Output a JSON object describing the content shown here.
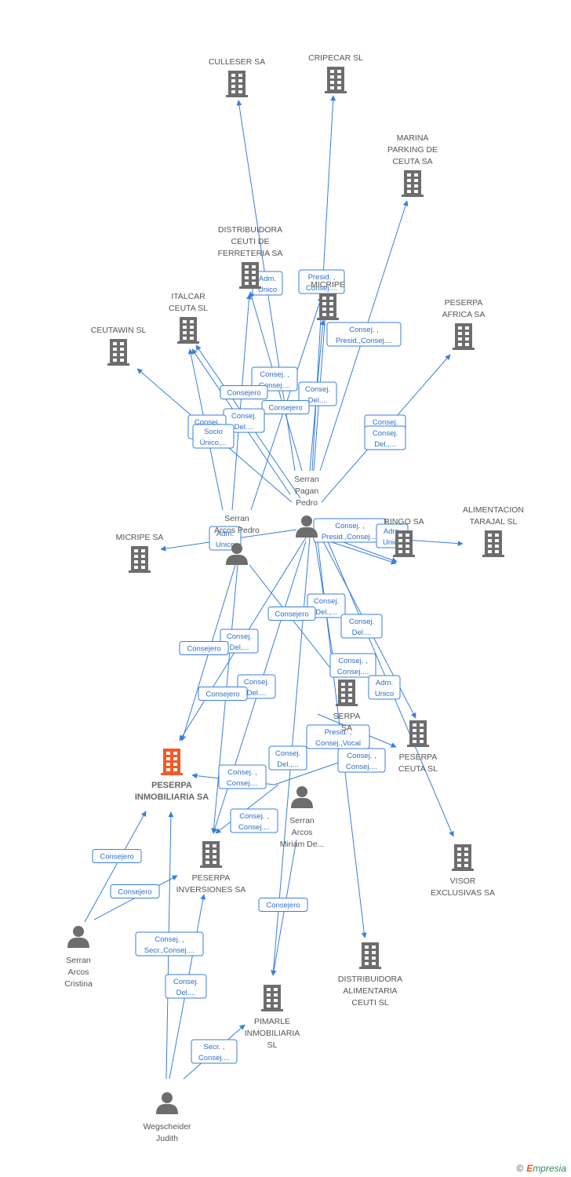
{
  "footer": {
    "copyright": "©",
    "brand_initial": "E",
    "brand_rest": "mpresia"
  },
  "nodes": [
    {
      "id": "culleser",
      "kind": "company",
      "lines": [
        "CULLESER SA"
      ]
    },
    {
      "id": "cripecar",
      "kind": "company",
      "lines": [
        "CRIPECAR SL"
      ]
    },
    {
      "id": "marina",
      "kind": "company",
      "lines": [
        "MARINA",
        "PARKING DE",
        "CEUTA SA"
      ]
    },
    {
      "id": "distceuti",
      "kind": "company",
      "lines": [
        "DISTRIBUIDORA",
        "CEUTI DE",
        "FERRETERIA SA"
      ]
    },
    {
      "id": "micripe_top",
      "kind": "company",
      "lines": [
        "MICRIPE"
      ]
    },
    {
      "id": "italcar",
      "kind": "company",
      "lines": [
        "ITALCAR",
        "CEUTA SL"
      ]
    },
    {
      "id": "peserpa_africa",
      "kind": "company",
      "lines": [
        "PESERPA",
        "AFRICA SA"
      ]
    },
    {
      "id": "ceutawin",
      "kind": "company",
      "lines": [
        "CEUTAWIN  SL"
      ]
    },
    {
      "id": "serran_pagan",
      "kind": "person",
      "lines": [
        "Serran",
        "Pagan",
        "Pedro"
      ]
    },
    {
      "id": "serran_arcos_pedro",
      "kind": "person",
      "lines": [
        "Serran",
        "Arcos Pedro"
      ]
    },
    {
      "id": "micripe_sa",
      "kind": "company",
      "lines": [
        "MICRIPE SA"
      ]
    },
    {
      "id": "ringo",
      "kind": "company",
      "lines": [
        "RINGO SA"
      ]
    },
    {
      "id": "alimentacion",
      "kind": "company",
      "lines": [
        "ALIMENTACION",
        "TARAJAL SL"
      ]
    },
    {
      "id": "serpa",
      "kind": "company",
      "lines": [
        "SERPA",
        "SA"
      ]
    },
    {
      "id": "peserpa_ceuta",
      "kind": "company",
      "lines": [
        "PESERPA",
        "CEUTA SL"
      ]
    },
    {
      "id": "peserpa_inmo",
      "kind": "company",
      "focus": true,
      "lines": [
        "PESERPA",
        "INMOBILIARIA SA"
      ]
    },
    {
      "id": "serran_miriam",
      "kind": "person",
      "lines": [
        "Serran",
        "Arcos",
        "Miriam De..."
      ]
    },
    {
      "id": "peserpa_inv",
      "kind": "company",
      "lines": [
        "PESERPA",
        "INVERSIONES SA"
      ]
    },
    {
      "id": "visor",
      "kind": "company",
      "lines": [
        "VISOR",
        "EXCLUSIVAS SA"
      ]
    },
    {
      "id": "serran_cristina",
      "kind": "person",
      "lines": [
        "Serran",
        "Arcos",
        "Cristina"
      ]
    },
    {
      "id": "dist_alim",
      "kind": "company",
      "lines": [
        "DISTRIBUIDORA",
        "ALIMENTARIA",
        "CEUTI SL"
      ]
    },
    {
      "id": "pimarle",
      "kind": "company",
      "lines": [
        "PIMARLE",
        "INMOBILIARIA",
        "SL"
      ]
    },
    {
      "id": "wegscheider",
      "kind": "person",
      "lines": [
        "Wegscheider",
        "Judith"
      ]
    }
  ],
  "relations": [
    {
      "id": "r1",
      "lines": [
        "Adm.",
        "Unico"
      ]
    },
    {
      "id": "r2",
      "lines": [
        "Presid. ,",
        "Consej...."
      ]
    },
    {
      "id": "r3",
      "lines": [
        "Consej. ,",
        "Presid.,Consej...."
      ]
    },
    {
      "id": "r4",
      "lines": [
        "Consej. ,",
        "Consej...."
      ]
    },
    {
      "id": "r5",
      "lines": [
        "Consejero"
      ]
    },
    {
      "id": "r6",
      "lines": [
        "Consej.",
        "Del...."
      ]
    },
    {
      "id": "r7",
      "lines": [
        "Consejero"
      ]
    },
    {
      "id": "r8",
      "lines": [
        "Consej.",
        "Del...."
      ]
    },
    {
      "id": "r9",
      "lines": [
        "Consej.",
        "Del...."
      ]
    },
    {
      "id": "r10",
      "lines": [
        "Consej.",
        "Del.,..."
      ]
    },
    {
      "id": "r11",
      "lines": [
        "Socio",
        "Único,..."
      ]
    },
    {
      "id": "r12",
      "lines": [
        "Consej.",
        "Del.,..."
      ]
    },
    {
      "id": "r13",
      "lines": [
        "Adm.",
        "Unico"
      ]
    },
    {
      "id": "r14",
      "lines": [
        "Consej. ,",
        "Presid.,Consej...."
      ]
    },
    {
      "id": "r15",
      "lines": [
        "Adm.",
        "Unico"
      ]
    },
    {
      "id": "r16",
      "lines": [
        "Consej.",
        "Del.,..."
      ]
    },
    {
      "id": "r17",
      "lines": [
        "Consejero"
      ]
    },
    {
      "id": "r18",
      "lines": [
        "Consej.",
        "Del...."
      ]
    },
    {
      "id": "r19",
      "lines": [
        "Consej.",
        "Del...."
      ]
    },
    {
      "id": "r20",
      "lines": [
        "Consejero"
      ]
    },
    {
      "id": "r21",
      "lines": [
        "Consej. ,",
        "Consej...."
      ]
    },
    {
      "id": "r22",
      "lines": [
        "Consej.",
        "Del...."
      ]
    },
    {
      "id": "r23",
      "lines": [
        "Consejero"
      ]
    },
    {
      "id": "r24",
      "lines": [
        "Adm.",
        "Unico"
      ]
    },
    {
      "id": "r25",
      "lines": [
        "Presid. ,",
        "Consej.,Vocal"
      ]
    },
    {
      "id": "r26",
      "lines": [
        "Consej.",
        "Del.,..."
      ]
    },
    {
      "id": "r27",
      "lines": [
        "Consej. ,",
        "Consej...."
      ]
    },
    {
      "id": "r28",
      "lines": [
        "Consej. ,",
        "Consej...."
      ]
    },
    {
      "id": "r29",
      "lines": [
        "Consej. ,",
        "Consej...."
      ]
    },
    {
      "id": "r30",
      "lines": [
        "Consejero"
      ]
    },
    {
      "id": "r31",
      "lines": [
        "Consejero"
      ]
    },
    {
      "id": "r32",
      "lines": [
        "Consejero"
      ]
    },
    {
      "id": "r33",
      "lines": [
        "Consej. ,",
        "Secr.,Consej...."
      ]
    },
    {
      "id": "r34",
      "lines": [
        "Consej.",
        "Del...."
      ]
    },
    {
      "id": "r35",
      "lines": [
        "Secr. ,",
        "Consej...."
      ]
    }
  ]
}
